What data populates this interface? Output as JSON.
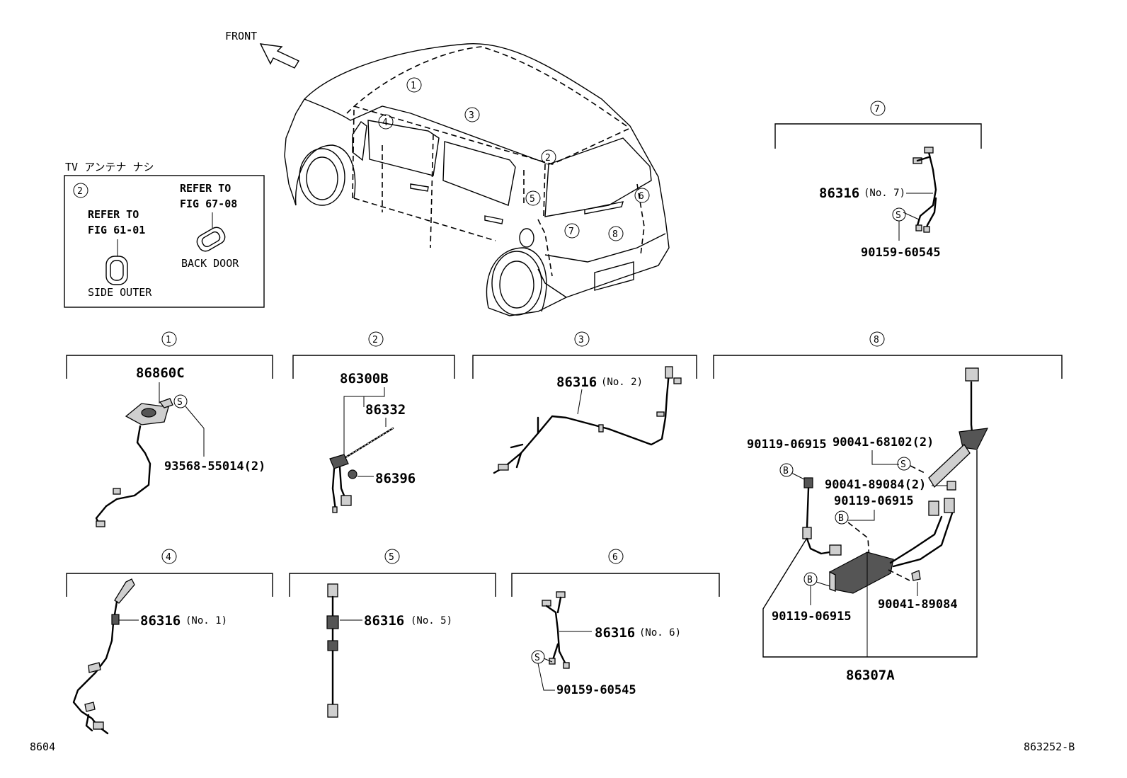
{
  "header": {
    "front": "FRONT"
  },
  "inset": {
    "title": "TV アンテナ ナシ",
    "marker": "2",
    "ref_left_line1": "REFER TO",
    "ref_left_line2": "FIG 61-01",
    "ref_right_line1": "REFER TO",
    "ref_right_line2": "FIG 67-08",
    "label_side": "SIDE OUTER",
    "label_back": "BACK DOOR"
  },
  "car_markers": [
    "1",
    "3",
    "4",
    "2",
    "5",
    "6",
    "7",
    "8"
  ],
  "groups": [
    {
      "id": "1",
      "parts": [
        "86860C",
        "93568-55014(2)"
      ]
    },
    {
      "id": "2",
      "parts": [
        "86300B",
        "86332",
        "86396"
      ]
    },
    {
      "id": "3",
      "parts": [
        "86316",
        "(No. 2)"
      ]
    },
    {
      "id": "4",
      "parts": [
        "86316",
        "(No. 1)"
      ]
    },
    {
      "id": "5",
      "parts": [
        "86316",
        "(No. 5)"
      ]
    },
    {
      "id": "6",
      "parts": [
        "86316",
        "(No. 6)",
        "90159-60545"
      ]
    },
    {
      "id": "7",
      "parts": [
        "86316",
        "(No. 7)",
        "90159-60545"
      ]
    },
    {
      "id": "8",
      "parts": [
        "90119-06915",
        "90041-68102(2)",
        "90041-89084(2)",
        "90119-06915",
        "90119-06915",
        "90041-89084",
        "86307A"
      ]
    }
  ],
  "symbols": {
    "s": "S",
    "b": "B"
  },
  "footer": {
    "left": "8604",
    "right": "863252-B"
  }
}
